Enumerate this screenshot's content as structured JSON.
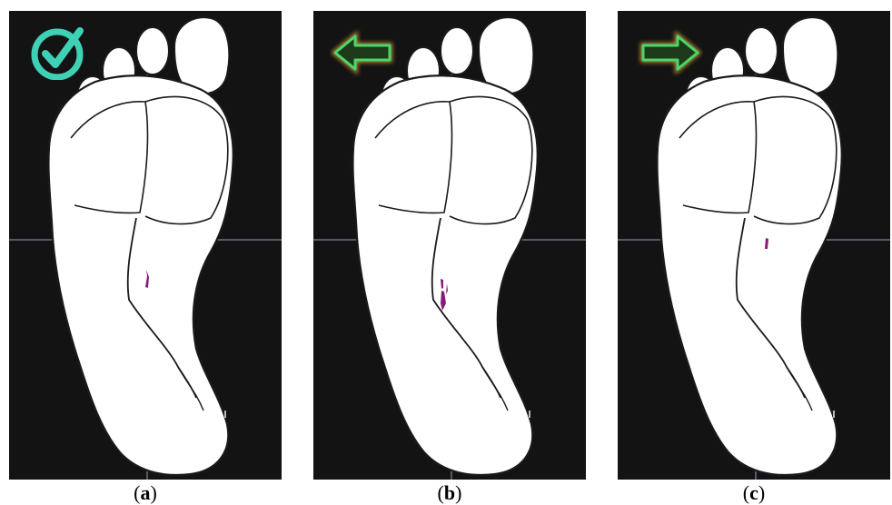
{
  "panels": [
    {
      "id": "a",
      "indicator": "check",
      "caption_open": "(",
      "caption_letter": "a",
      "caption_close": ")"
    },
    {
      "id": "b",
      "indicator": "arrow-left",
      "caption_open": "(",
      "caption_letter": "b",
      "caption_close": ")"
    },
    {
      "id": "c",
      "indicator": "arrow-right",
      "caption_open": "(",
      "caption_letter": "c",
      "caption_close": ")"
    }
  ],
  "colors": {
    "panel_bg": "#131313",
    "foot_fill": "#ffffff",
    "foot_outline": "#1a1a1a",
    "crosshair": "#9a9ac8",
    "marker": "#8a1a7a",
    "check_color": "#3fd1b6",
    "arrow_color": "#49d66a",
    "arrow_glow": "#d9a23a"
  }
}
